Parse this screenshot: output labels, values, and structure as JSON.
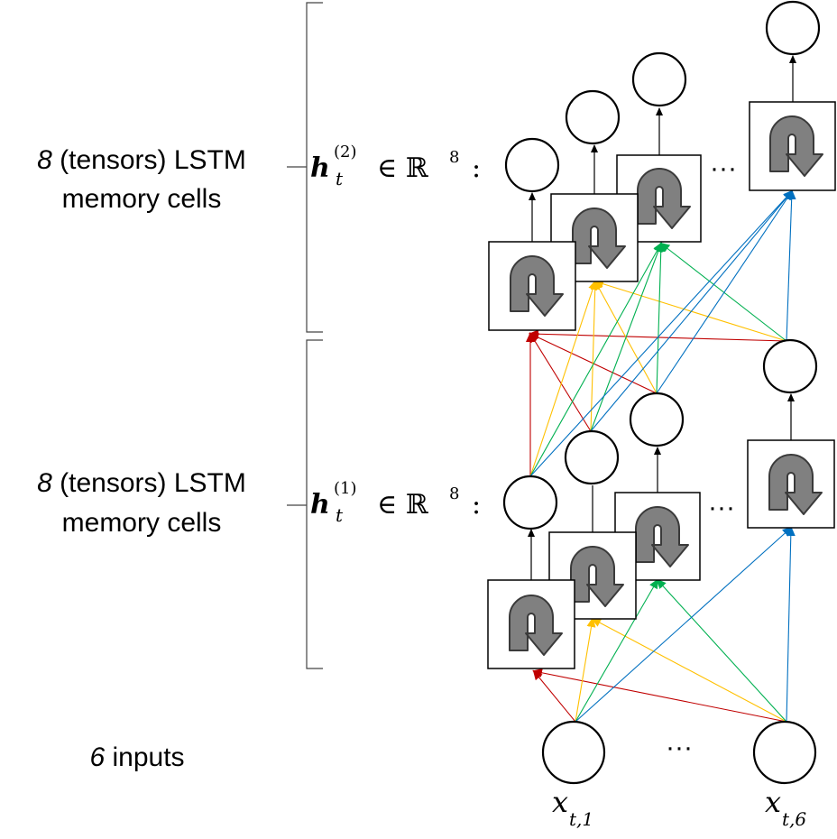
{
  "labels": {
    "layer2": {
      "count": "8",
      "line1_rest": " (tensors) LSTM",
      "line2": "memory cells",
      "h_symbol": "h",
      "subscript": "t",
      "superscript": "(2)",
      "membership": "∈ ℝ",
      "dim": "8",
      "colon": ":"
    },
    "layer1": {
      "count": "8",
      "line1_rest": " (tensors) LSTM",
      "line2": "memory cells",
      "h_symbol": "h",
      "subscript": "t",
      "superscript": "(1)",
      "membership": "∈ ℝ",
      "dim": "8",
      "colon": ":"
    },
    "inputs": {
      "count": "6",
      "rest": " inputs"
    },
    "x1": {
      "var": "x",
      "sub": "t,1"
    },
    "x6": {
      "var": "x",
      "sub": "t,6"
    },
    "ellipsis": "···"
  },
  "colors": {
    "red": "#c00000",
    "yellow": "#ffc000",
    "green": "#00b050",
    "blue": "#0070c0",
    "arrow_fill": "#808080"
  },
  "icons": {
    "cell_symbol": "u-turn-arrow-icon"
  }
}
